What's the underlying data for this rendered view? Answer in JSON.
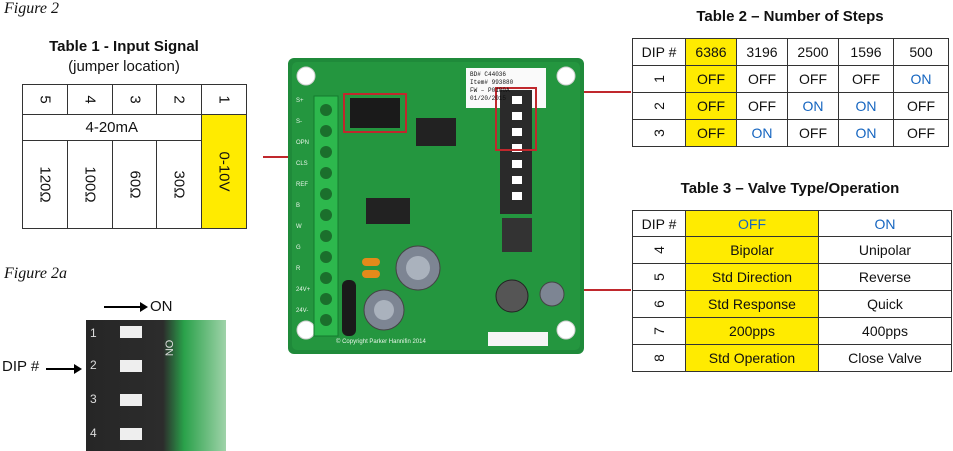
{
  "figures": {
    "fig2": "Figure 2",
    "fig2a": "Figure 2a"
  },
  "table1": {
    "title": "Table 1 - Input Signal",
    "subtitle": "(jumper location)",
    "header": [
      "5",
      "4",
      "3",
      "2",
      "1"
    ],
    "range_label": "4-20mA",
    "voltage_label": "0-10V",
    "resistors": [
      "120Ω",
      "100Ω",
      "60Ω",
      "30Ω"
    ]
  },
  "table2": {
    "title": "Table 2 – Number of Steps",
    "header": [
      "DIP #",
      "6386",
      "3196",
      "2500",
      "1596",
      "500"
    ],
    "rows": [
      {
        "dip": "1",
        "cells": [
          "OFF",
          "OFF",
          "OFF",
          "OFF",
          "ON"
        ]
      },
      {
        "dip": "2",
        "cells": [
          "OFF",
          "OFF",
          "ON",
          "ON",
          "OFF"
        ]
      },
      {
        "dip": "3",
        "cells": [
          "OFF",
          "ON",
          "OFF",
          "ON",
          "OFF"
        ]
      }
    ]
  },
  "table3": {
    "title": "Table 3 – Valve Type/Operation",
    "header": [
      "DIP #",
      "OFF",
      "ON"
    ],
    "rows": [
      {
        "dip": "4",
        "off": "Bipolar",
        "on": "Unipolar"
      },
      {
        "dip": "5",
        "off": "Std Direction",
        "on": "Reverse"
      },
      {
        "dip": "6",
        "off": "Std Response",
        "on": "Quick"
      },
      {
        "dip": "7",
        "off": "200pps",
        "on": "400pps"
      },
      {
        "dip": "8",
        "off": "Std Operation",
        "on": "Close Valve"
      }
    ]
  },
  "fig2a_labels": {
    "on": "ON",
    "dip": "DIP #",
    "switch_on": "ON",
    "numbers": [
      "1",
      "2",
      "3",
      "4"
    ]
  },
  "board": {
    "label_bd": "BD# C44036",
    "label_item": "Item# 993880",
    "label_fw": "FW – P0180A",
    "label_date": "01/20/2015",
    "copyright": "© Copyright Parker Hannifin 2014",
    "terminals": [
      "S+",
      "S-",
      "OPN",
      "CLS",
      "REF",
      "B",
      "W",
      "G",
      "R",
      "24V+",
      "24V-"
    ]
  },
  "colors": {
    "highlight": "#ffeb00",
    "on_blue": "#1565c0",
    "pointer_line": "#c0282d",
    "pcb_green": "#1f8a3a"
  }
}
